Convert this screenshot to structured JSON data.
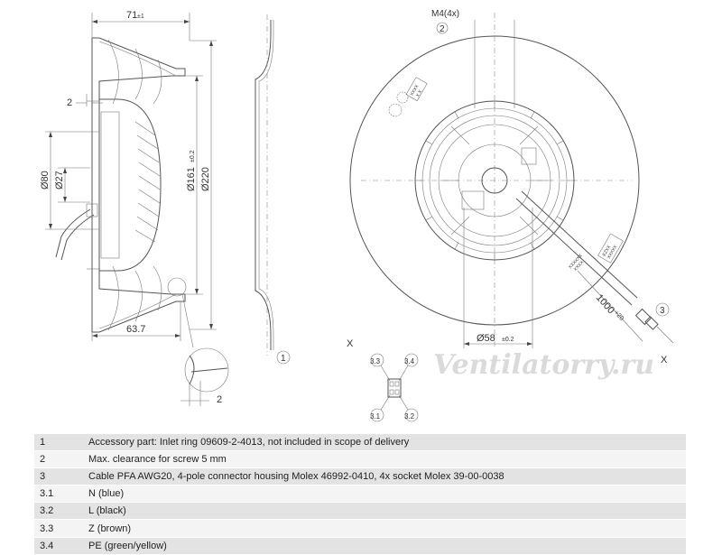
{
  "dimensions": {
    "width_71": "71",
    "width_71_tol": "±1",
    "gap_2_left": "2",
    "dia_80": "Ø80",
    "dia_27": "Ø27",
    "dia_161": "Ø161",
    "dia_161_tol": "±0.2",
    "dia_220": "Ø220",
    "depth_63_7": "63.7",
    "gap_2_detail": "2",
    "screw": "M4(4x)",
    "dia_58": "Ø58",
    "dia_58_tol": "±0.2",
    "cable_1000": "1000",
    "cable_1000_tol": "+20"
  },
  "callouts": {
    "c1": "1",
    "c2": "2",
    "c3": "3",
    "c31": "3.1",
    "c32": "3.2",
    "c33": "3.3",
    "c34": "3.4",
    "x_left": "X",
    "x_right": "X"
  },
  "labels": {
    "label_top": "XXXX",
    "label_top2": "X X",
    "label_cable": "EZXX",
    "label_cable2": "XXXXX",
    "cable_print": "XXXXXX",
    "cable_print2": "XXXX"
  },
  "watermark": "Ventilatorry.ru",
  "legend": [
    {
      "num": "1",
      "desc": "Accessory part: Inlet ring 09609-2-4013, not included in scope of delivery"
    },
    {
      "num": "2",
      "desc": "Max. clearance for screw 5 mm"
    },
    {
      "num": "3",
      "desc": "Cable PFA AWG20, 4-pole connector housing Molex 46992-0410, 4x socket Molex 39-00-0038"
    },
    {
      "num": "3.1",
      "desc": "N (blue)"
    },
    {
      "num": "3.2",
      "desc": "L (black)"
    },
    {
      "num": "3.3",
      "desc": "Z (brown)"
    },
    {
      "num": "3.4",
      "desc": "PE (green/yellow)"
    }
  ]
}
